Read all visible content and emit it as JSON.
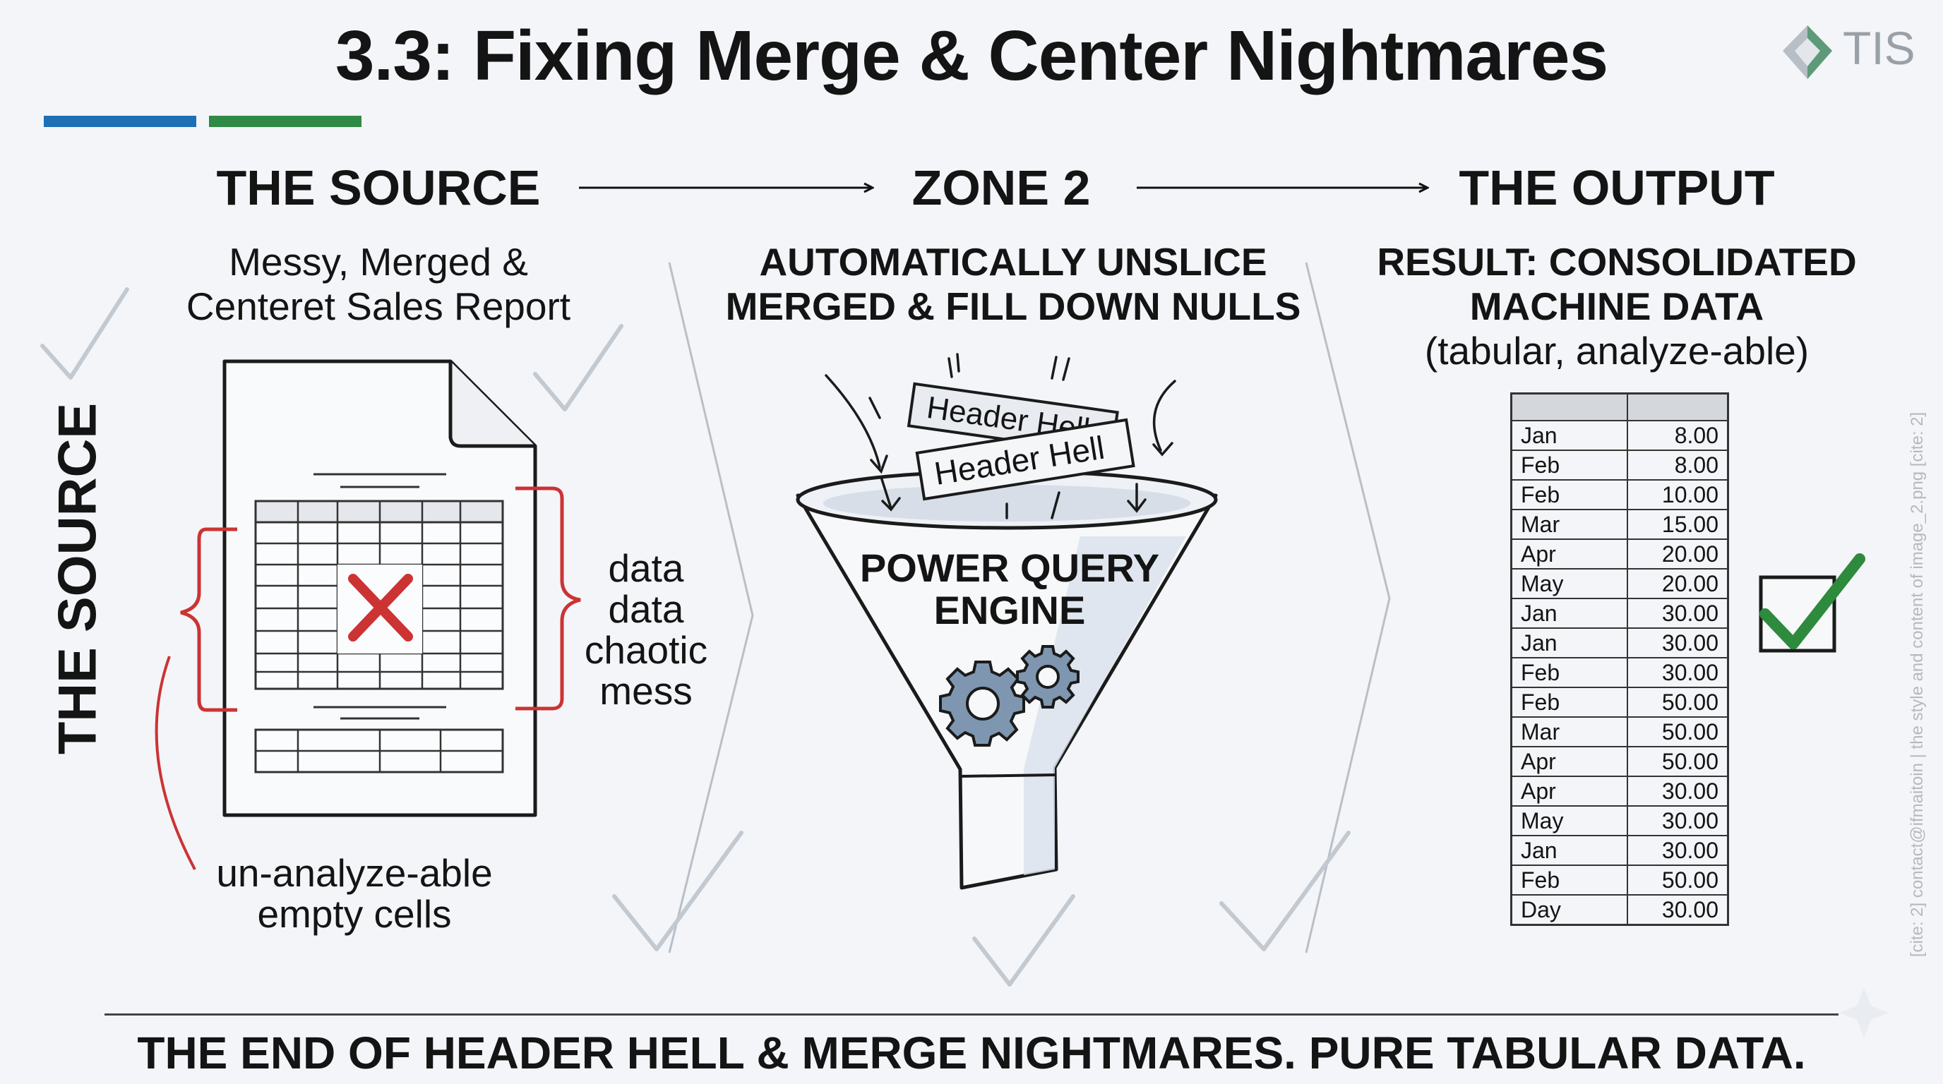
{
  "title": "3.3: Fixing Merge & Center Nightmares",
  "logo_text": "TIS",
  "accent_colors": {
    "blue": "#1e6fb5",
    "green": "#2e8a45",
    "red": "#cc3333",
    "check": "#2e8a3d"
  },
  "side_label": "THE SOURCE",
  "columns": {
    "source": {
      "heading": "THE SOURCE",
      "caption_line1": "Messy, Merged &",
      "caption_line2": "Centeret Sales Report",
      "notes": [
        "data",
        "data",
        "chaotic",
        "mess"
      ],
      "bottom_line1": "un-analyze-able",
      "bottom_line2": "empty cells"
    },
    "zone": {
      "heading": "ZONE 2",
      "caption_line1": "AUTOMATICALLY UNSLICE",
      "caption_line2": "MERGED & FILL DOWN NULLS",
      "tag_back": "Header Hell",
      "tag_front": "Header Hell",
      "engine_line1": "POWER QUERY",
      "engine_line2": "ENGINE"
    },
    "output": {
      "heading": "THE OUTPUT",
      "caption_line1": "RESULT: CONSOLIDATED",
      "caption_line2": "MACHINE DATA",
      "caption_line3": "(tabular, analyze-able)",
      "rows": [
        [
          "Jan",
          "8.00"
        ],
        [
          "Feb",
          "8.00"
        ],
        [
          "Feb",
          "10.00"
        ],
        [
          "Mar",
          "15.00"
        ],
        [
          "Apr",
          "20.00"
        ],
        [
          "May",
          "20.00"
        ],
        [
          "Jan",
          "30.00"
        ],
        [
          "Jan",
          "30.00"
        ],
        [
          "Feb",
          "30.00"
        ],
        [
          "Feb",
          "50.00"
        ],
        [
          "Mar",
          "50.00"
        ],
        [
          "Apr",
          "50.00"
        ],
        [
          "Apr",
          "30.00"
        ],
        [
          "May",
          "30.00"
        ],
        [
          "Jan",
          "30.00"
        ],
        [
          "Feb",
          "50.00"
        ],
        [
          "Day",
          "30.00"
        ]
      ]
    }
  },
  "side_cite": "[cite: 2] contact@ifmaitoin | the style and content of image_2.png [cite: 2]",
  "footer": "THE END OF HEADER HELL & MERGE NIGHTMARES. PURE TABULAR DATA."
}
